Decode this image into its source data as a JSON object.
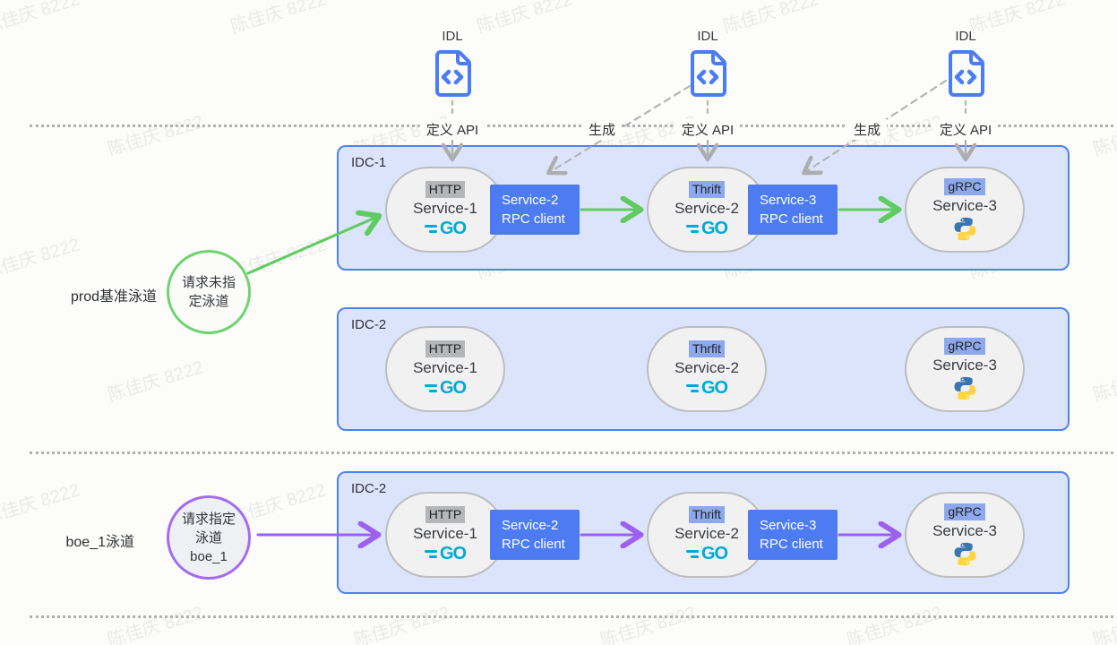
{
  "watermark": {
    "text": "陈佳庆 8222"
  },
  "idl": {
    "label": "IDL",
    "define_label": "定义 API",
    "generate_label": "生成"
  },
  "lanes": [
    {
      "side_label": "prod基准泳道",
      "circle": {
        "line1": "请求未指",
        "line2": "定泳道",
        "line3": ""
      }
    },
    {
      "side_label": "boe_1泳道",
      "circle": {
        "line1": "请求指定",
        "line2": "泳道",
        "line3": "boe_1"
      }
    }
  ],
  "idc_boxes": [
    {
      "label": "IDC-1",
      "services": [
        {
          "protocol": "HTTP",
          "name": "Service-1",
          "runtime": "go",
          "rpc_client": {
            "line1": "Service-2",
            "line2": "RPC client"
          }
        },
        {
          "protocol": "Thrift",
          "name": "Service-2",
          "runtime": "go",
          "rpc_client": {
            "line1": "Service-3",
            "line2": "RPC client"
          }
        },
        {
          "protocol": "gRPC",
          "name": "Service-3",
          "runtime": "python"
        }
      ]
    },
    {
      "label": "IDC-2",
      "services": [
        {
          "protocol": "HTTP",
          "name": "Service-1",
          "runtime": "go"
        },
        {
          "protocol": "Thrfit",
          "name": "Service-2",
          "runtime": "go"
        },
        {
          "protocol": "gRPC",
          "name": "Service-3",
          "runtime": "python"
        }
      ]
    },
    {
      "label": "IDC-2",
      "services": [
        {
          "protocol": "HTTP",
          "name": "Service-1",
          "runtime": "go",
          "rpc_client": {
            "line1": "Service-2",
            "line2": "RPC client"
          }
        },
        {
          "protocol": "Thrift",
          "name": "Service-2",
          "runtime": "go",
          "rpc_client": {
            "line1": "Service-3",
            "line2": "RPC client"
          }
        },
        {
          "protocol": "gRPC",
          "name": "Service-3",
          "runtime": "python"
        }
      ]
    }
  ],
  "logos": {
    "go_text": "GO"
  },
  "colors": {
    "idc_fill": "#dce4fb",
    "idc_border": "#4f82f0",
    "service_fill": "#f1f1f2",
    "service_border": "#bbbdbf",
    "rpc_box": "#4d7cf2",
    "tag_gray": "#b4b6b8",
    "tag_blue": "#8da8ee",
    "arrow_green": "#5fcb60",
    "arrow_purple": "#9d5ff0",
    "connector_gray": "#aeb0b2",
    "idl_blue": "#4a7df5",
    "go_cyan": "#00a9d6"
  }
}
